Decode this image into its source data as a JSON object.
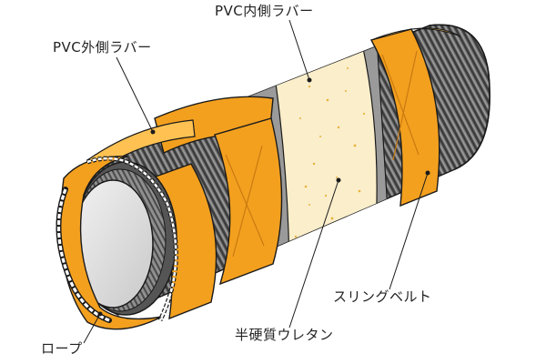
{
  "diagram": {
    "labels": {
      "pvc_inner_rubber": "PVC内側ラバー",
      "pvc_outer_rubber": "PVC外側ラバー",
      "sling_belt": "スリングベルト",
      "semi_rigid_urethane": "半硬質ウレタン",
      "rope": "ロープ"
    },
    "colors": {
      "belt_orange": "#f3a01f",
      "belt_orange_dark": "#c97a10",
      "belt_orange_light": "#ffc252",
      "rubber_dark": "#4a4a4a",
      "rubber_mid": "#8b8b8b",
      "rubber_light": "#b9b9b9",
      "urethane": "#fbeecb",
      "urethane_dots": "#e8b23a",
      "end_cap": "#e4e4e4",
      "rope": "#ffffff",
      "outline": "#1a1a1a"
    }
  }
}
